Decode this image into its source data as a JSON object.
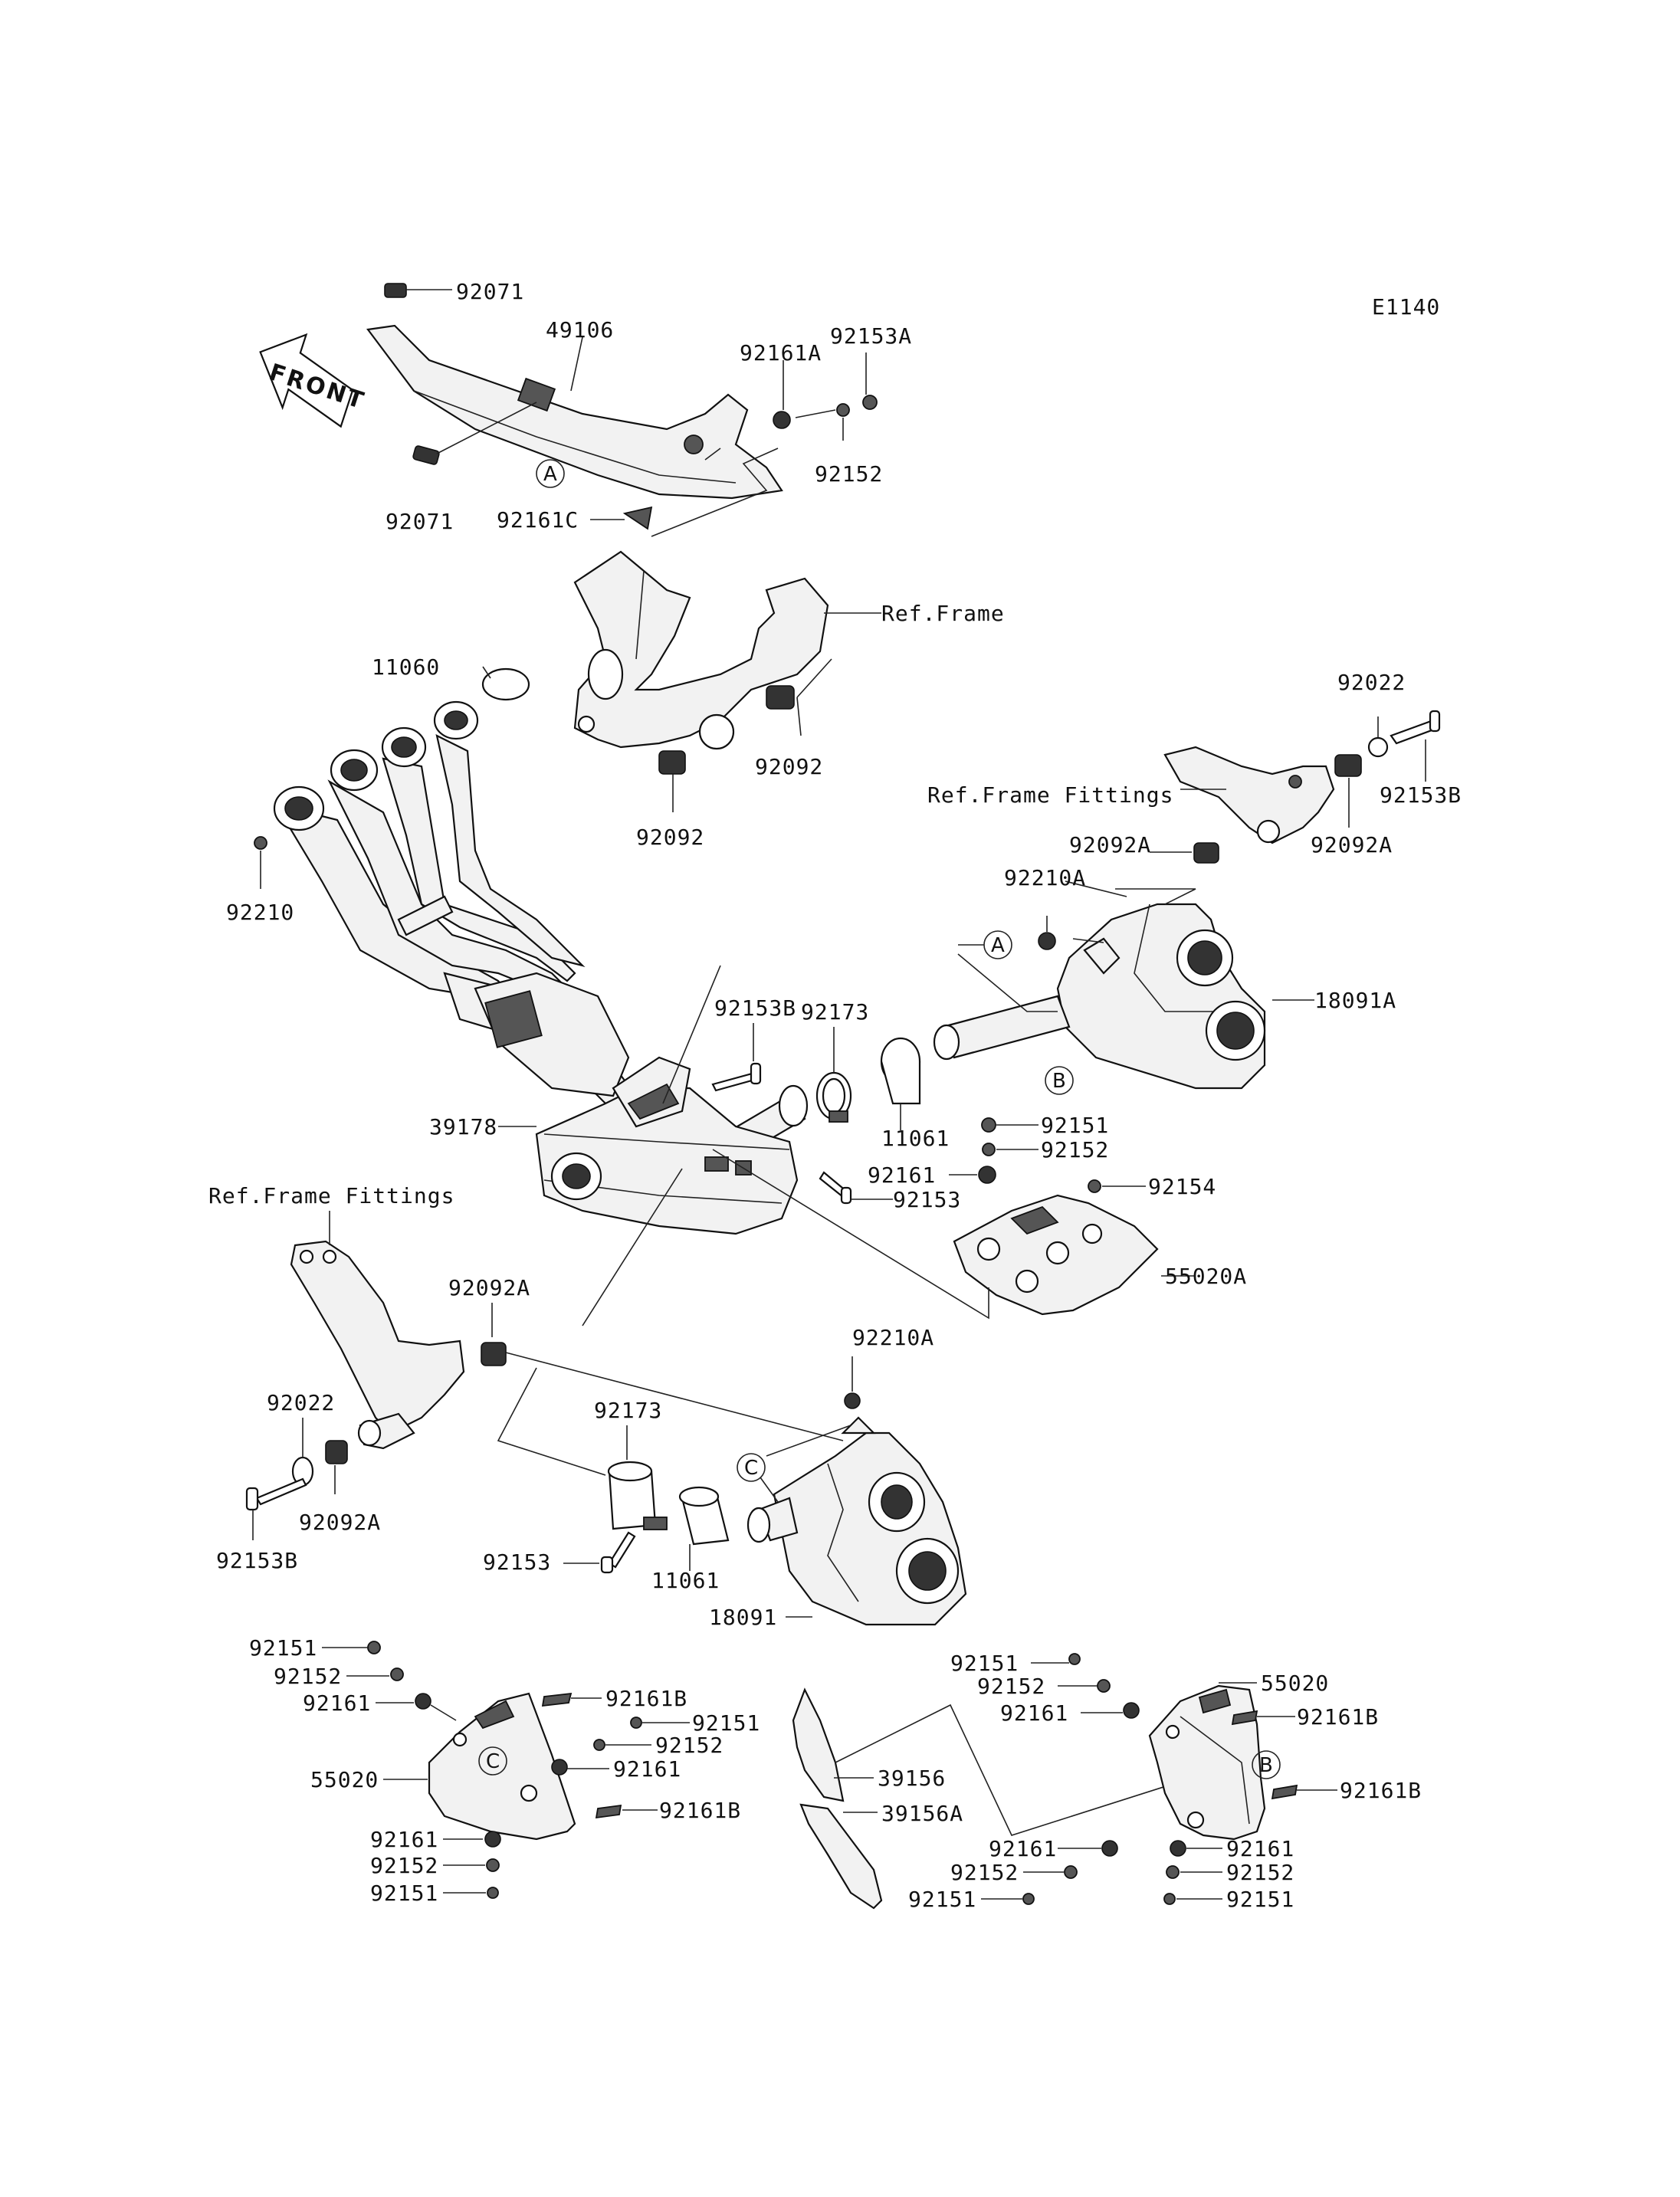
{
  "diagram_code": "E1140",
  "front_label": "FRONT",
  "refs": {
    "ref_frame": "Ref.Frame",
    "ref_frame_fittings_right": "Ref.Frame Fittings",
    "ref_frame_fittings_left": "Ref.Frame Fittings"
  },
  "callouts": {
    "a": "A",
    "b": "B",
    "c": "C"
  },
  "labels": {
    "l92071_top": "92071",
    "l49106": "49106",
    "l92161A": "92161A",
    "l92153A": "92153A",
    "l92152_top": "92152",
    "l92071_bot": "92071",
    "l92161C": "92161C",
    "l11060": "11060",
    "l92210": "92210",
    "l92092_right": "92092",
    "l92092_left": "92092",
    "l92022_right": "92022",
    "l92153B_right": "92153B",
    "l92092A_right1": "92092A",
    "l92092A_right2": "92092A",
    "l92210A_right": "92210A",
    "l18091A": "18091A",
    "l92153B_mid": "92153B",
    "l92173_mid": "92173",
    "l39178": "39178",
    "l11061_mid": "11061",
    "l92151_mid": "92151",
    "l92152_mid": "92152",
    "l92161_mid": "92161",
    "l92153_mid": "92153",
    "l92154": "92154",
    "l55020A": "55020A",
    "l92092A_left": "92092A",
    "l92022_left": "92022",
    "l92092A_left2": "92092A",
    "l92153B_left": "92153B",
    "l92210A_low": "92210A",
    "l92173_low": "92173",
    "l92153_low": "92153",
    "l11061_low": "11061",
    "l18091": "18091",
    "bl_92151a": "92151",
    "bl_92152a": "92152",
    "bl_92161a": "92161",
    "bl_55020": "55020",
    "bl_92161B_a": "92161B",
    "bl_92151b": "92151",
    "bl_92152b": "92152",
    "bl_92161b": "92161",
    "bl_92161B_b": "92161B",
    "bl_92161c": "92161",
    "bl_92152c": "92152",
    "bl_92151c": "92151",
    "bc_39156": "39156",
    "bc_39156A": "39156A",
    "br_92151a": "92151",
    "br_92152a": "92152",
    "br_92161a": "92161",
    "br_55020": "55020",
    "br_92161B_a": "92161B",
    "br_92161B_b": "92161B",
    "br_92161b": "92161",
    "br_92152b": "92152",
    "br_92151b": "92151",
    "br_92161c": "92161",
    "br_92152c": "92152",
    "br_92151c": "92151"
  }
}
